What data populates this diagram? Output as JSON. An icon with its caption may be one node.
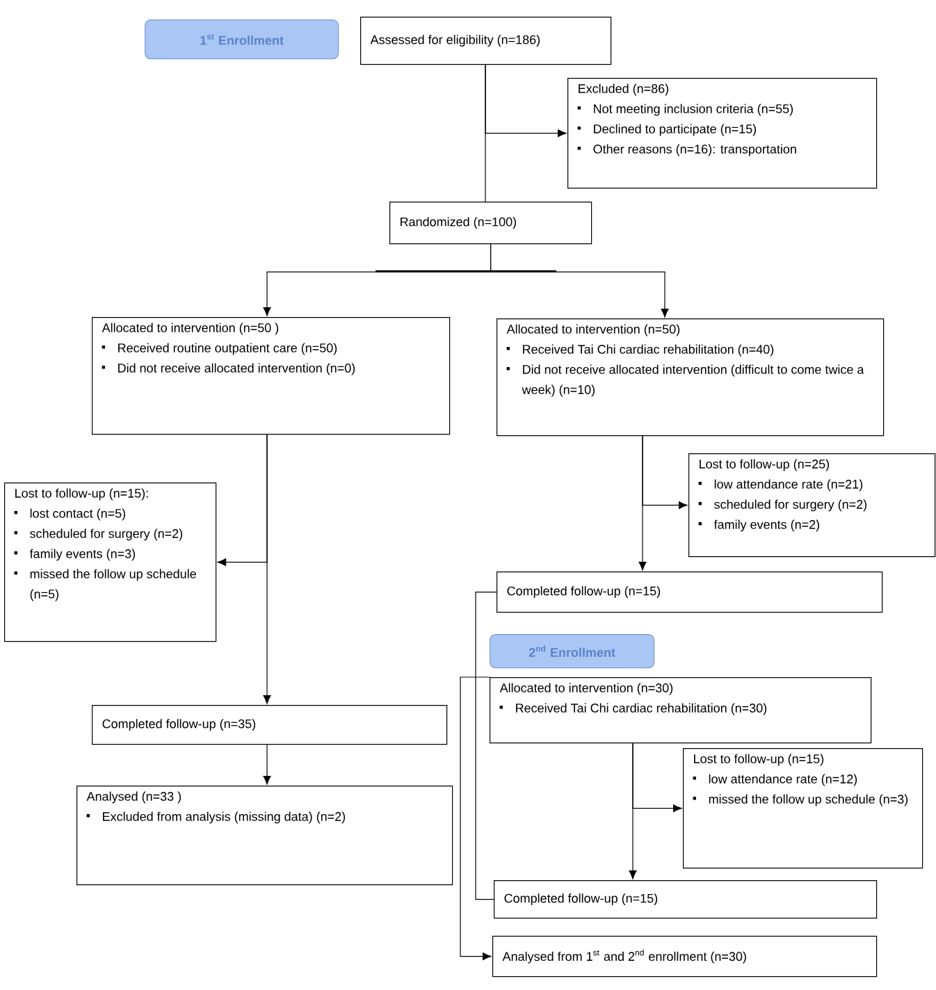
{
  "diagram": {
    "nodes": [
      {
        "text": [
          "1$^{st}$ Enrollment"
        ]
      },
      {
        "text": [
          "Assessed for eligibility (n=186)"
        ]
      },
      {
        "text": [
          "Excluded (n=86)",
          "Not meeting inclusion criteria (n=55)",
          "Declined to participate (n=15)",
          "Other reasons (n=16): transportation"
        ]
      },
      {
        "text": [
          "Randomized (n=100)"
        ]
      },
      {
        "text": [
          "Allocated to intervention (n=50 )",
          "Received routine outpatient care (n=50)",
          "Did not receive allocated intervention (n=0)"
        ]
      },
      {
        "text": [
          "Allocated to intervention (n=50)",
          "Received Tai Chi cardiac rehabilitation (n=40)",
          "Did not receive allocated intervention (difficult to come twice a week) (n=10)"
        ]
      },
      {
        "text": [
          "Lost to follow-up (n=15):",
          "lost contact (n=5)",
          "scheduled for surgery (n=2)",
          "family events (n=3)",
          "missed the follow up schedule (n=5)"
        ]
      },
      {
        "text": [
          "Lost to follow-up (n=25)",
          "low attendance rate (n=21)",
          "scheduled for surgery (n=2)",
          "family events (n=2)"
        ]
      },
      {
        "text": [
          "Completed follow-up (n=15)"
        ]
      },
      {
        "text": [
          "2$^{nd}$ Enrollment"
        ]
      },
      {
        "text": [
          "Allocated to intervention (n=30)",
          "Received Tai Chi cardiac rehabilitation (n=30)"
        ]
      },
      {
        "text": [
          "Lost to follow-up (n=15)",
          "low attendance rate (n=12)",
          "missed the follow up schedule (n=3)"
        ]
      },
      {
        "text": [
          "Completed follow-up (n=15)"
        ]
      },
      {
        "text": [
          "Completed follow-up (n=35)"
        ]
      },
      {
        "text": [
          "Analysed (n=33 )",
          "Excluded from analysis (missing data) (n=2)"
        ]
      },
      {
        "text": [
          "Analysed from 1$^{st}$ and 2$^{nd}$ enrollment (n=30)"
        ]
      }
    ],
    "edges": [
      {
        "from": 1,
        "to": 3,
        "arrow": "none"
      },
      {
        "from": 1,
        "to": 2,
        "arrow": "to"
      },
      {
        "from": 3,
        "to": 4,
        "arrow": "to"
      },
      {
        "from": 3,
        "to": 5,
        "arrow": "to"
      },
      {
        "from": 4,
        "to": 13,
        "arrow": "to"
      },
      {
        "from": 4,
        "to": 6,
        "arrow": "to"
      },
      {
        "from": 5,
        "to": 8,
        "arrow": "to"
      },
      {
        "from": 5,
        "to": 7,
        "arrow": "to"
      },
      {
        "from": 10,
        "to": 12,
        "arrow": "to"
      },
      {
        "from": 10,
        "to": 11,
        "arrow": "to"
      },
      {
        "from": 13,
        "to": 14,
        "arrow": "to"
      },
      {
        "from": 8,
        "to": 12,
        "arrow": "none"
      },
      {
        "from": 10,
        "to": 15,
        "arrow": "to"
      }
    ]
  }
}
